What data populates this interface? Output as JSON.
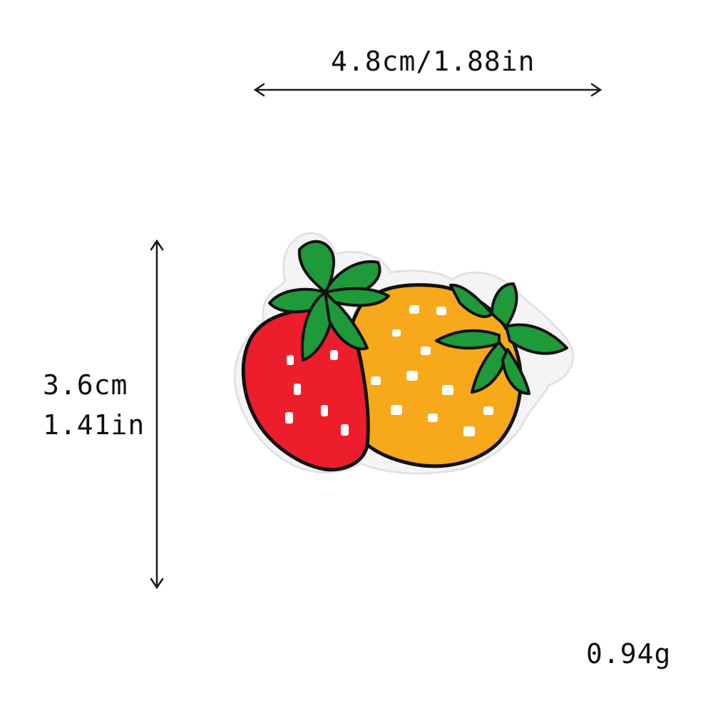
{
  "dimensions": {
    "width_label": "4.8cm/1.88in",
    "height_label_cm": "3.6cm",
    "height_label_in": "1.41in",
    "weight_label": "0.94g"
  },
  "patch": {
    "icon": "strawberry-patch-icon",
    "colors": {
      "red_berry": "#EE1D2C",
      "yellow_berry": "#F7A91B",
      "leaves": "#1E9A3A",
      "outline": "#111111",
      "seeds": "#FFFFFF",
      "backing": "#F4F4F4"
    }
  },
  "arrows": {
    "color": "#1A1A1A"
  }
}
